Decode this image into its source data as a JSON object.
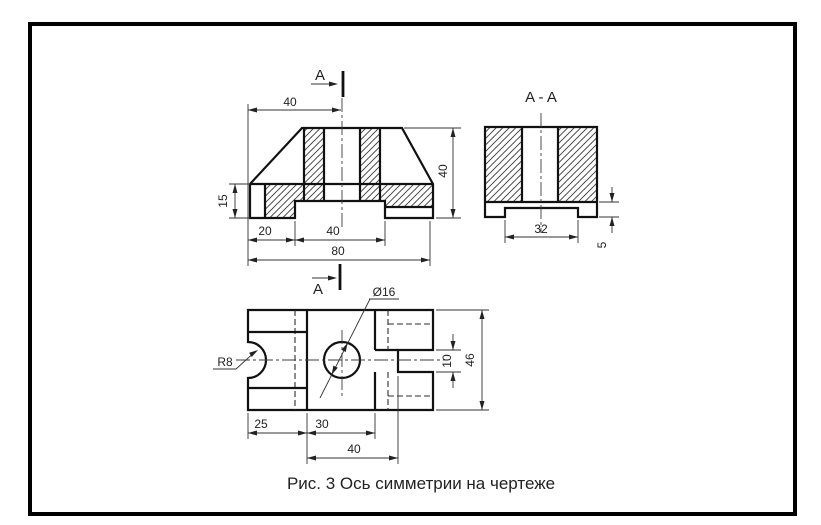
{
  "caption": "Рис. 3  Ось симметрии на чертеже",
  "colors": {
    "line": "#111111",
    "background": "#ffffff",
    "frame": "#000000",
    "hatch": "#3a3a3a"
  },
  "front_view": {
    "cut_label": "A",
    "dim_top_half_width": "40",
    "dim_height": "40",
    "dim_step_height": "15",
    "dim_foot": "20",
    "dim_notch_width": "40",
    "dim_total_width": "80"
  },
  "section_view": {
    "title": "A - A",
    "dim_notch_width": "32",
    "dim_foot_height": "5"
  },
  "top_view": {
    "cut_label": "A",
    "hole_diameter": "Ø16",
    "notch_radius": "R8",
    "dim_left_segment": "25",
    "dim_hole_offset": "30",
    "dim_slot_offset": "40",
    "dim_slot_width": "10",
    "dim_depth": "46"
  }
}
